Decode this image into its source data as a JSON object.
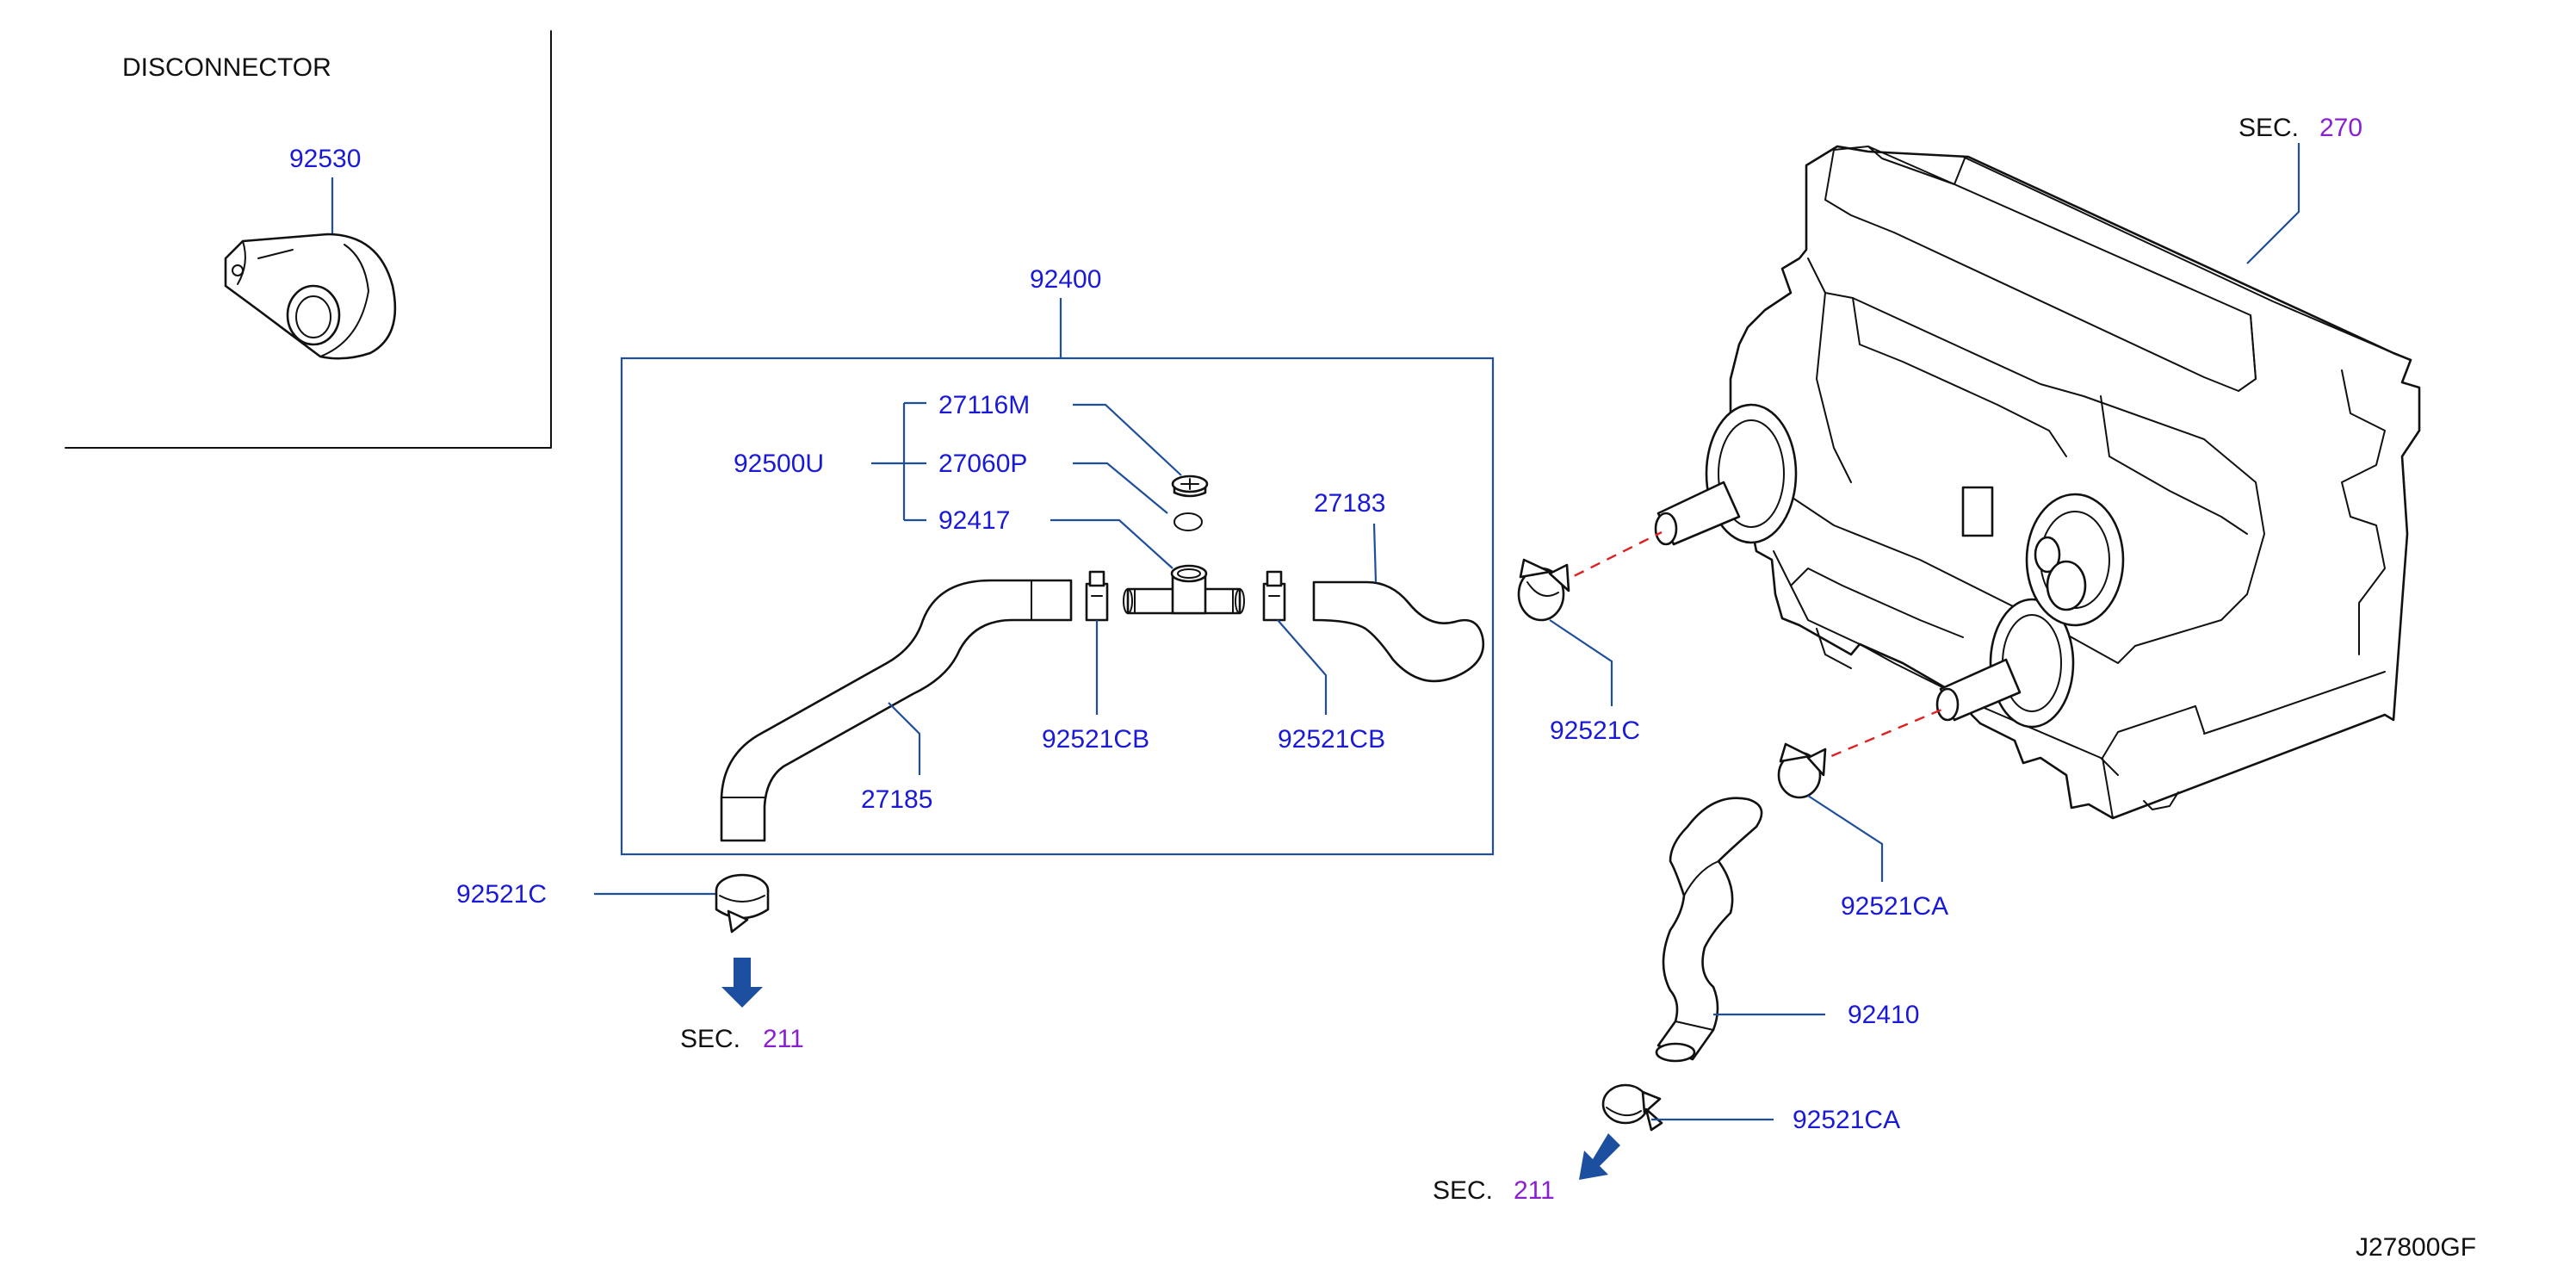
{
  "section_title": "DISCONNECTOR",
  "diagram_code": "J27800GF",
  "sec_prefix": "SEC.",
  "parts": {
    "disconnector": "92530",
    "hose_kit": "92400",
    "bleeder_set": "92500U",
    "plug": "27116M",
    "o_ring": "27060P",
    "tee_joint": "92417",
    "hose_upper": "27183",
    "hose_lower": "27185",
    "clip_left": "92521CB",
    "clip_right": "92521CB",
    "clamp_heater": "92521C",
    "clamp_bottom": "92521C",
    "clamp_lower_a": "92521CA",
    "hose_outlet": "92410",
    "clamp_lower_b": "92521CA"
  },
  "sections": {
    "heater_unit": "270",
    "left_pipe": "211",
    "right_pipe": "211"
  },
  "colors": {
    "part_number": "#1a1ad6",
    "section_number": "#8a1fd0",
    "leader": "#1f4e9c",
    "arrow": "#1d4fa0",
    "alignment_line": "#e02020"
  }
}
